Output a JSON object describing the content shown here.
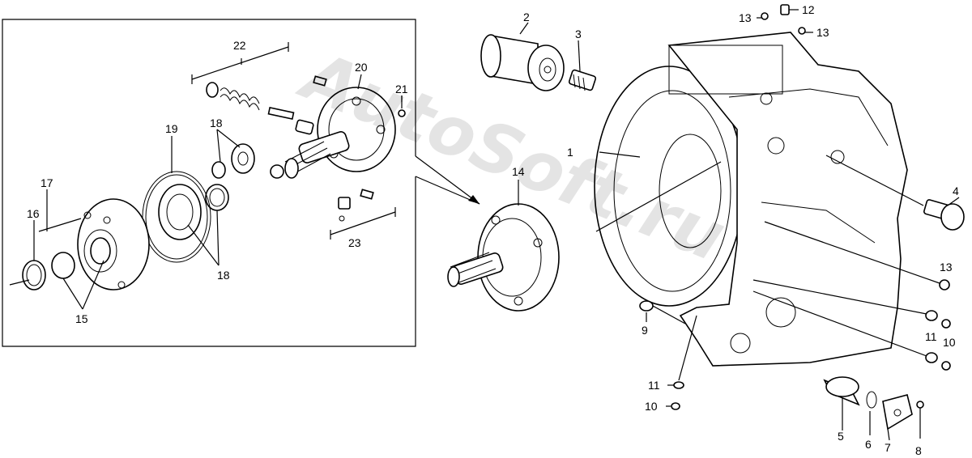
{
  "watermark": "AutoSoft.ru",
  "labels": [
    {
      "id": "lbl-1",
      "text": "1"
    },
    {
      "id": "lbl-2",
      "text": "2"
    },
    {
      "id": "lbl-3",
      "text": "3"
    },
    {
      "id": "lbl-4",
      "text": "4"
    },
    {
      "id": "lbl-5",
      "text": "5"
    },
    {
      "id": "lbl-6",
      "text": "6"
    },
    {
      "id": "lbl-7",
      "text": "7"
    },
    {
      "id": "lbl-8",
      "text": "8"
    },
    {
      "id": "lbl-9",
      "text": "9"
    },
    {
      "id": "lbl-10a",
      "text": "10"
    },
    {
      "id": "lbl-10b",
      "text": "10"
    },
    {
      "id": "lbl-11a",
      "text": "11"
    },
    {
      "id": "lbl-11b",
      "text": "11"
    },
    {
      "id": "lbl-12",
      "text": "12"
    },
    {
      "id": "lbl-13a",
      "text": "13"
    },
    {
      "id": "lbl-13b",
      "text": "13"
    },
    {
      "id": "lbl-13c",
      "text": "13"
    },
    {
      "id": "lbl-14",
      "text": "14"
    },
    {
      "id": "lbl-15",
      "text": "15"
    },
    {
      "id": "lbl-16",
      "text": "16"
    },
    {
      "id": "lbl-17",
      "text": "17"
    },
    {
      "id": "lbl-18a",
      "text": "18"
    },
    {
      "id": "lbl-18b",
      "text": "18"
    },
    {
      "id": "lbl-19",
      "text": "19"
    },
    {
      "id": "lbl-20",
      "text": "20"
    },
    {
      "id": "lbl-21",
      "text": "21"
    },
    {
      "id": "lbl-22",
      "text": "22"
    },
    {
      "id": "lbl-23",
      "text": "23"
    }
  ]
}
